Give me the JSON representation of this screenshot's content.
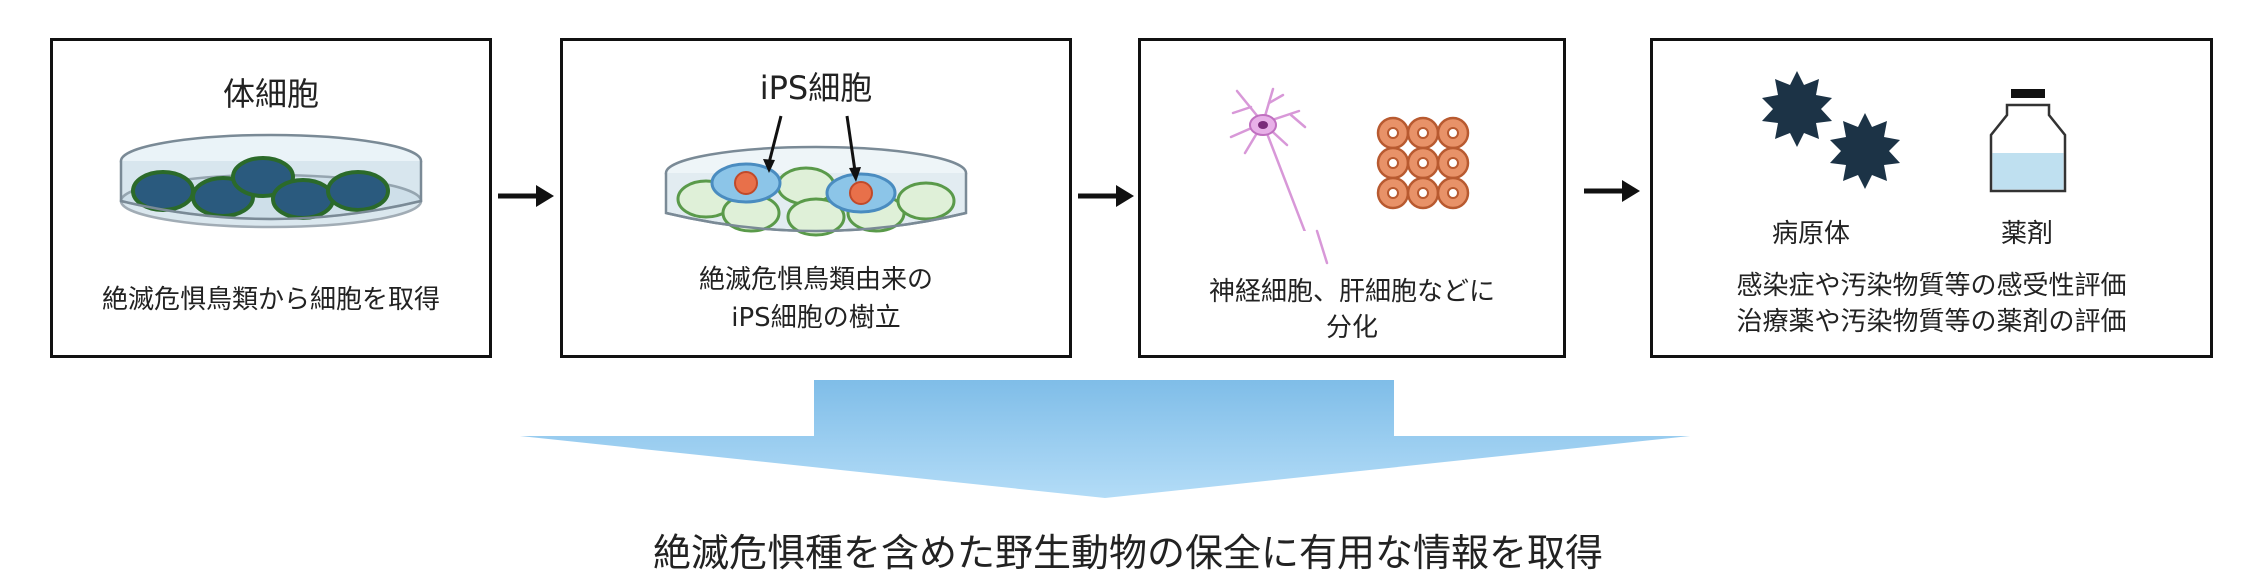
{
  "panels": [
    {
      "title": "体細胞",
      "caption": [
        "絶滅危惧鳥類から細胞を取得"
      ]
    },
    {
      "title": "iPS細胞",
      "caption": [
        "絶滅危惧鳥類由来の",
        "iPS細胞の樹立"
      ]
    },
    {
      "caption": [
        "神経細胞、肝細胞などに",
        "分化"
      ]
    },
    {
      "icon_labels": [
        "病原体",
        "薬剤"
      ],
      "caption": [
        "感染症や汚染物質等の感受性評価",
        "治療薬や汚染物質等の薬剤の評価"
      ]
    }
  ],
  "conclusion": "絶滅危惧種を含めた野生動物の保全に有用な情報を取得",
  "colors": {
    "dish_cell": "#2a5a7e",
    "cell_green": "#5a9a4a",
    "ips_blue": "#8cc5e8",
    "nucleus_orange": "#e8704a",
    "neuron_pink": "#d898d8",
    "hepatocyte_orange": "#e89268",
    "pathogen_dark": "#1c3346",
    "drug_liquid": "#bfe0f0",
    "arrow_blue": "#8ec8f0"
  },
  "icons": [
    "petri-dish-icon",
    "neuron-icon",
    "hepatocyte-cluster-icon",
    "pathogen-icon",
    "drug-bottle-icon"
  ]
}
